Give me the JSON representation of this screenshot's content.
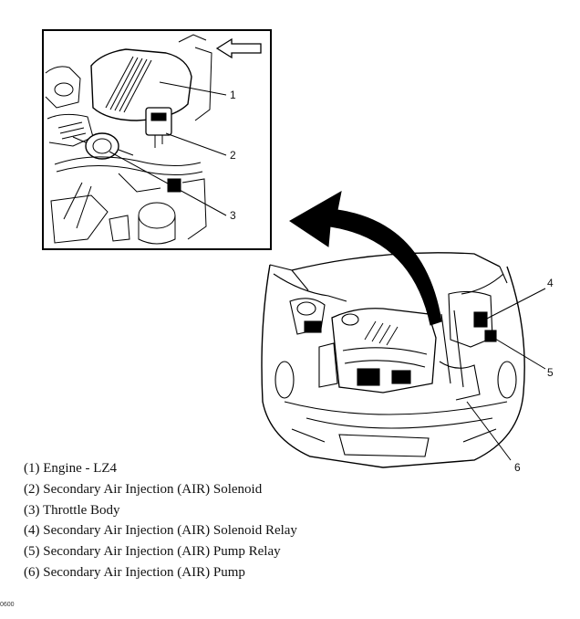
{
  "callouts": {
    "c1": "1",
    "c2": "2",
    "c3": "3",
    "c4": "4",
    "c5": "5",
    "c6": "6"
  },
  "legend": [
    "(1) Engine - LZ4",
    "(2) Secondary Air Injection (AIR) Solenoid",
    "(3) Throttle Body",
    "(4) Secondary Air Injection (AIR) Solenoid Relay",
    "(5) Secondary Air Injection (AIR) Pump Relay",
    "(6) Secondary Air Injection (AIR) Pump"
  ],
  "corner_code": "0600"
}
